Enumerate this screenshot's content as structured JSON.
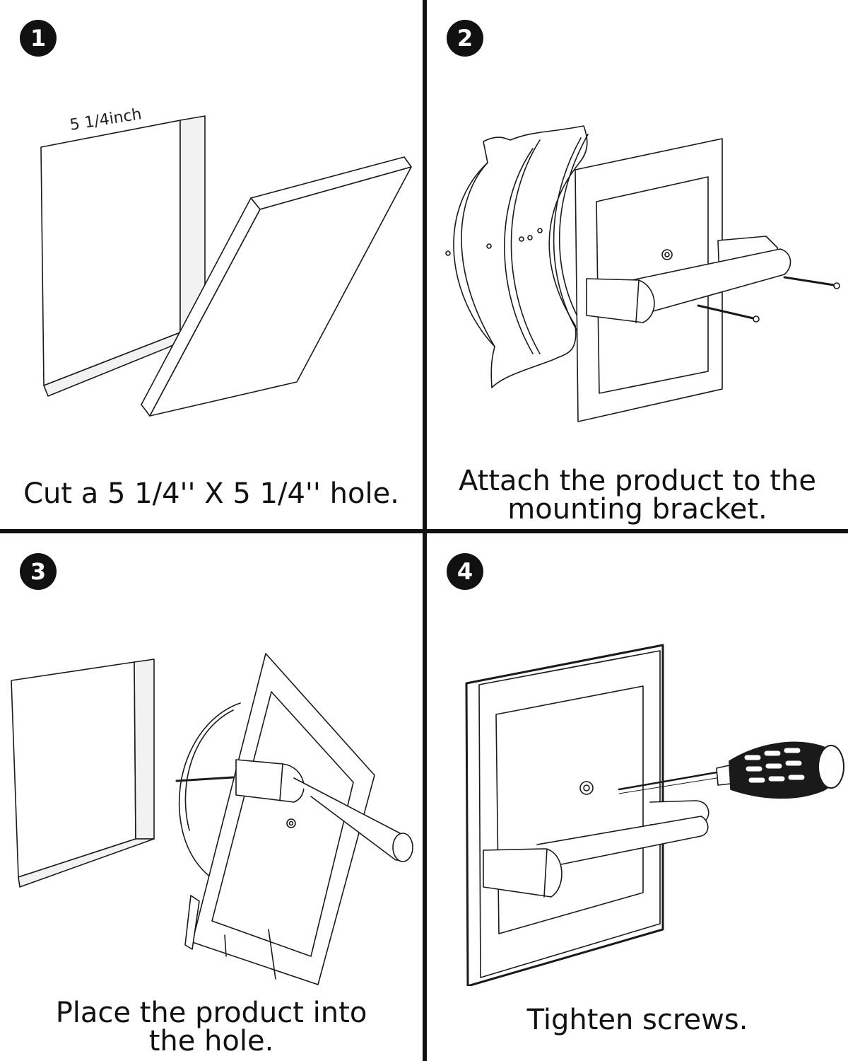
{
  "steps": [
    {
      "number": "1",
      "caption_lines": [
        "Cut a 5 1/4'' X 5 1/4'' hole."
      ],
      "dimension_label": "5 1/4inch"
    },
    {
      "number": "2",
      "caption_lines": [
        "Attach the product to the",
        "mounting bracket."
      ]
    },
    {
      "number": "3",
      "caption_lines": [
        "Place the product into",
        "the hole."
      ]
    },
    {
      "number": "4",
      "caption_lines": [
        "Tighten screws."
      ]
    }
  ],
  "colors": {
    "line": "#1a1a1a",
    "badge": "#111111",
    "divider": "#111111",
    "background": "#ffffff"
  }
}
